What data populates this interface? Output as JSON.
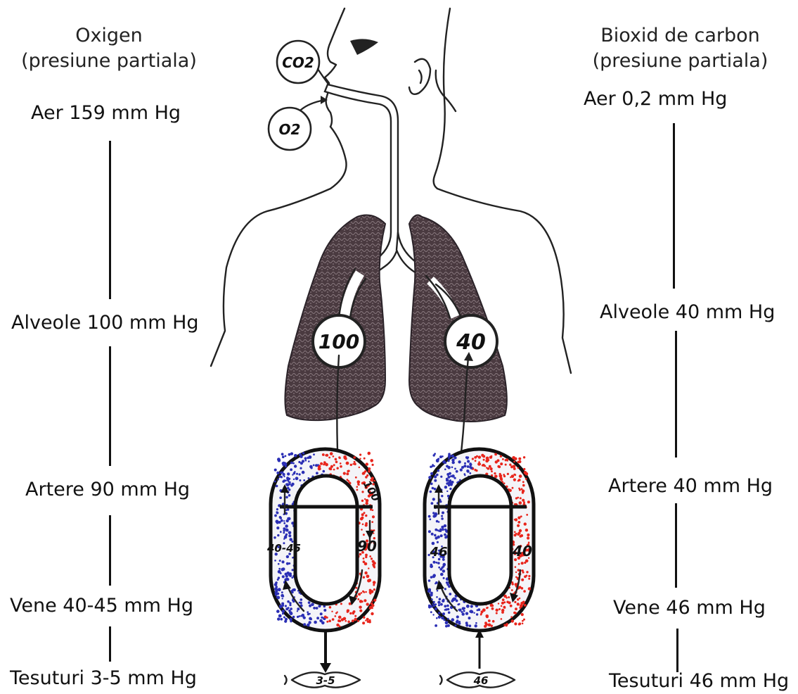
{
  "left": {
    "heading": "Oxigen",
    "subheading": "(presiune partiala)",
    "levels": {
      "air": "Aer 159 mm Hg",
      "alveoli": "Alveole 100 mm Hg",
      "arteries": "Artere 90 mm Hg",
      "veins": "Vene 40-45 mm Hg",
      "tissues": "Tesuturi 3-5 mm Hg"
    }
  },
  "right": {
    "heading": "Bioxid de carbon",
    "subheading": "(presiune partiala)",
    "levels": {
      "air": "Aer 0,2 mm Hg",
      "alveoli": "Alveole 40 mm Hg",
      "arteries": "Artere 40 mm Hg",
      "veins": "Vene 46 mm Hg",
      "tissues": "Tesuturi 46 mm Hg"
    }
  },
  "figure": {
    "bubbles": {
      "co2": "CO2",
      "o2": "O2"
    },
    "alveoli_left": "100",
    "alveoli_right": "40",
    "loop_left": {
      "arterial": "90",
      "top_arterial": "100",
      "venous": "40-45",
      "tissue": "3-5"
    },
    "loop_right": {
      "arterial": "40",
      "venous": "46",
      "tissue": "46"
    }
  },
  "colors": {
    "venous_dots": "#2b2fb5",
    "arterial_dots": "#e8251c",
    "lung": "#4a3a40",
    "ink": "#222222"
  }
}
